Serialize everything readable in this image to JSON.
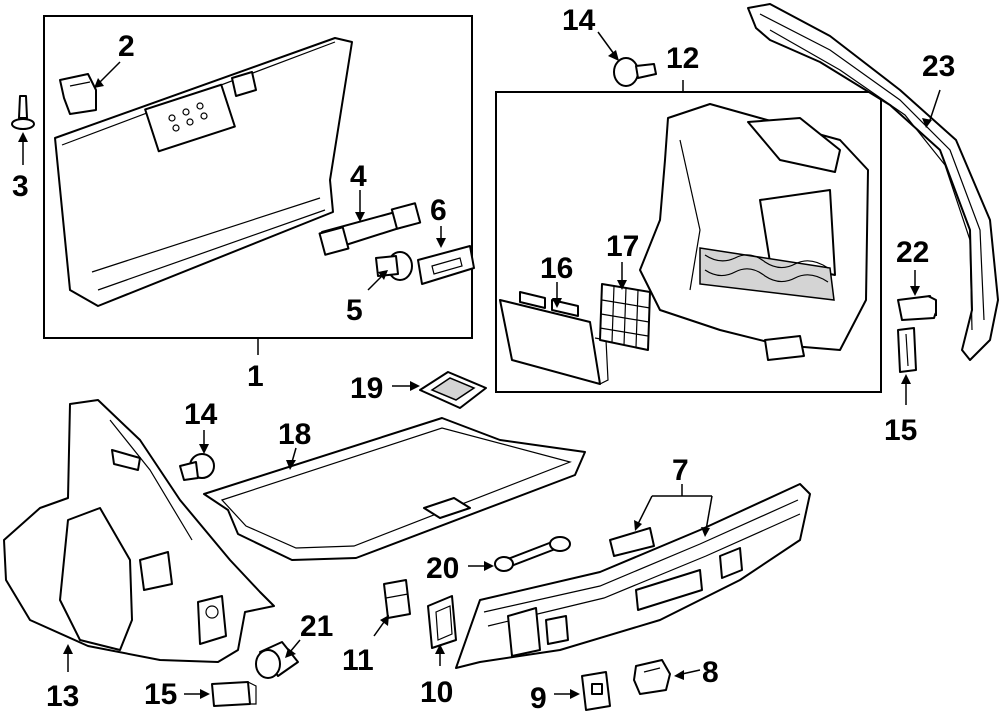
{
  "labels": {
    "p1": "1",
    "p2": "2",
    "p3": "3",
    "p4": "4",
    "p5": "5",
    "p6": "6",
    "p7": "7",
    "p8": "8",
    "p9": "9",
    "p10": "10",
    "p11": "11",
    "p12": "12",
    "p13": "13",
    "p14_top": "14",
    "p14_mid": "14",
    "p15_bottom": "15",
    "p15_right": "15",
    "p16": "16",
    "p17": "17",
    "p18": "18",
    "p19": "19",
    "p20": "20",
    "p21": "21",
    "p22": "22",
    "p23": "23"
  }
}
